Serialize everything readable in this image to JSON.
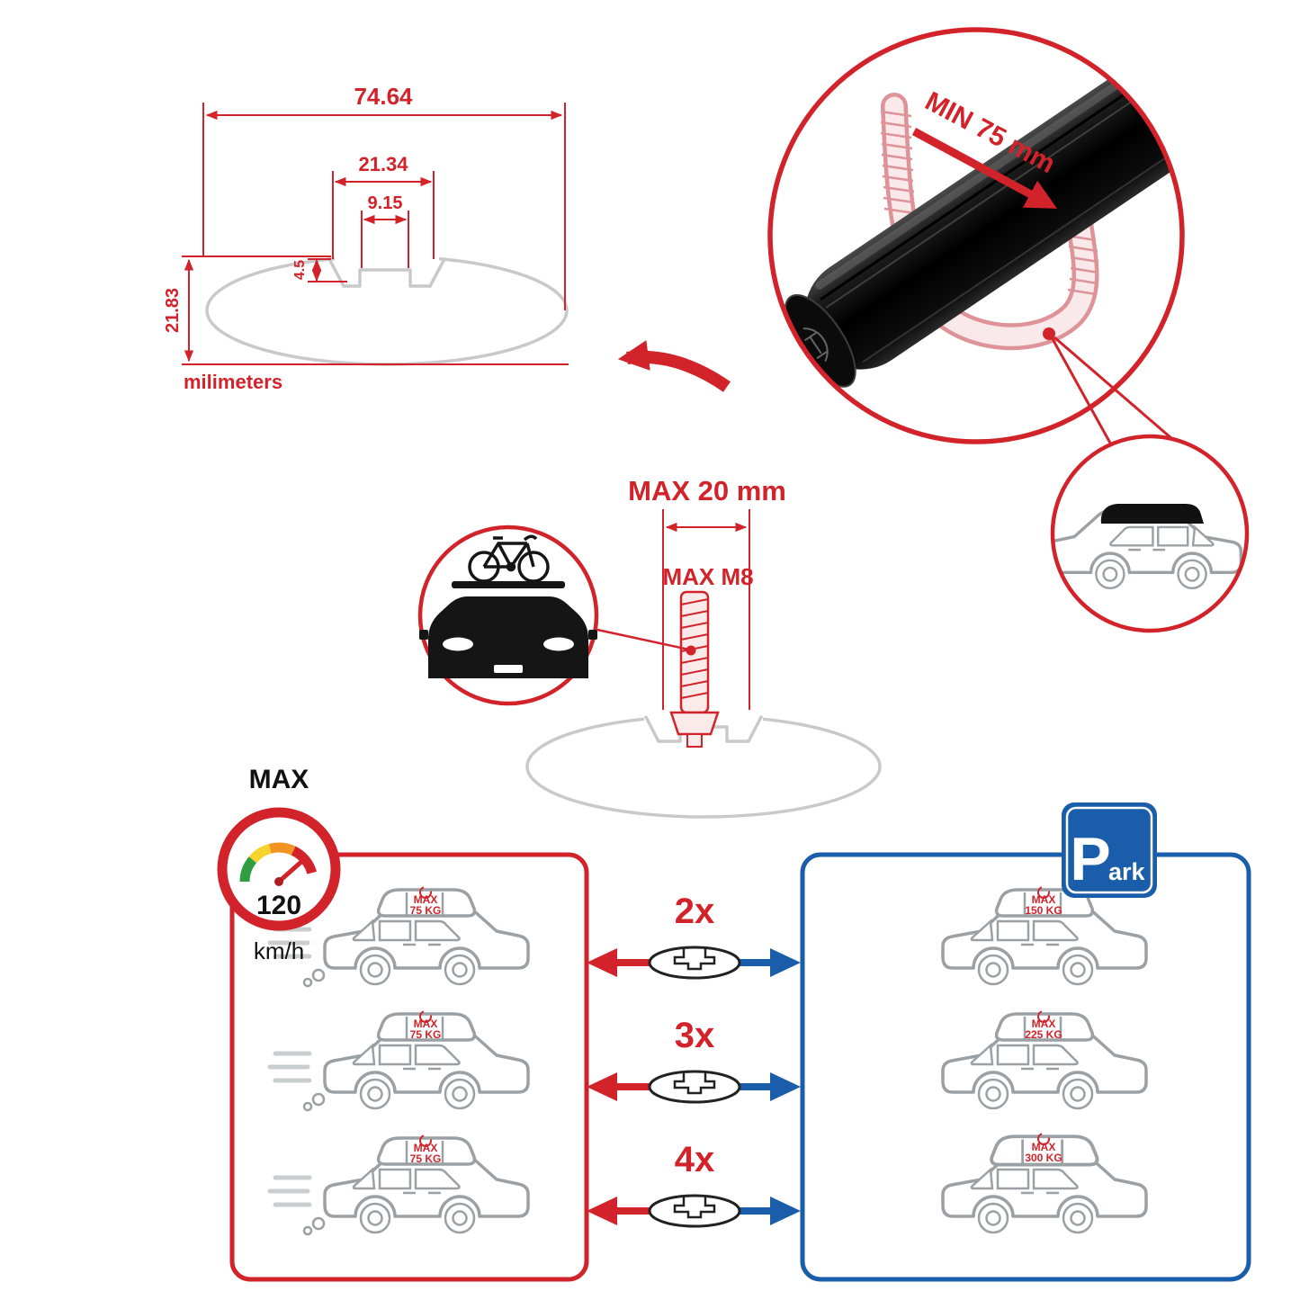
{
  "dimensions": {
    "total_width": "74.64",
    "channel_width": "21.34",
    "slot_width": "9.15",
    "lip_depth": "4.5",
    "height": "21.83",
    "units": "milimeters"
  },
  "clamp": {
    "min_clearance": "MIN 75 mm"
  },
  "bolt": {
    "max_length": "MAX 20 mm",
    "max_thread": "MAX M8"
  },
  "speed_limit": {
    "label": "MAX",
    "value": "120",
    "unit": "km/h"
  },
  "park_sign": {
    "letter": "P",
    "rest": "ark"
  },
  "capacity": {
    "rows": [
      {
        "multiplier": "2x",
        "left": {
          "max": "MAX",
          "weight": "75 KG"
        },
        "right": {
          "max": "MAX",
          "weight": "150 KG"
        }
      },
      {
        "multiplier": "3x",
        "left": {
          "max": "MAX",
          "weight": "75 KG"
        },
        "right": {
          "max": "MAX",
          "weight": "225 KG"
        }
      },
      {
        "multiplier": "4x",
        "left": {
          "max": "MAX",
          "weight": "75 KG"
        },
        "right": {
          "max": "MAX",
          "weight": "300 KG"
        }
      }
    ]
  },
  "colors": {
    "red": "#d2232a",
    "blue": "#1a5dab",
    "profile_gray": "#c9c9c9",
    "car_gray": "#9aa0a4",
    "black": "#111111",
    "gauge_green": "#2f9e41",
    "gauge_yellow": "#f6d32d",
    "gauge_orange": "#f29422"
  }
}
